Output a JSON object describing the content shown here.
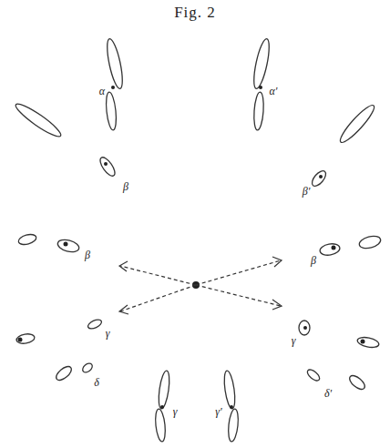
{
  "diagram": {
    "title": "Fig. 2",
    "labels": [
      "α",
      "α'",
      "β",
      "β'",
      "β",
      "β",
      "γ",
      "γ",
      "δ",
      "δ'",
      "γ",
      "γ'"
    ]
  }
}
